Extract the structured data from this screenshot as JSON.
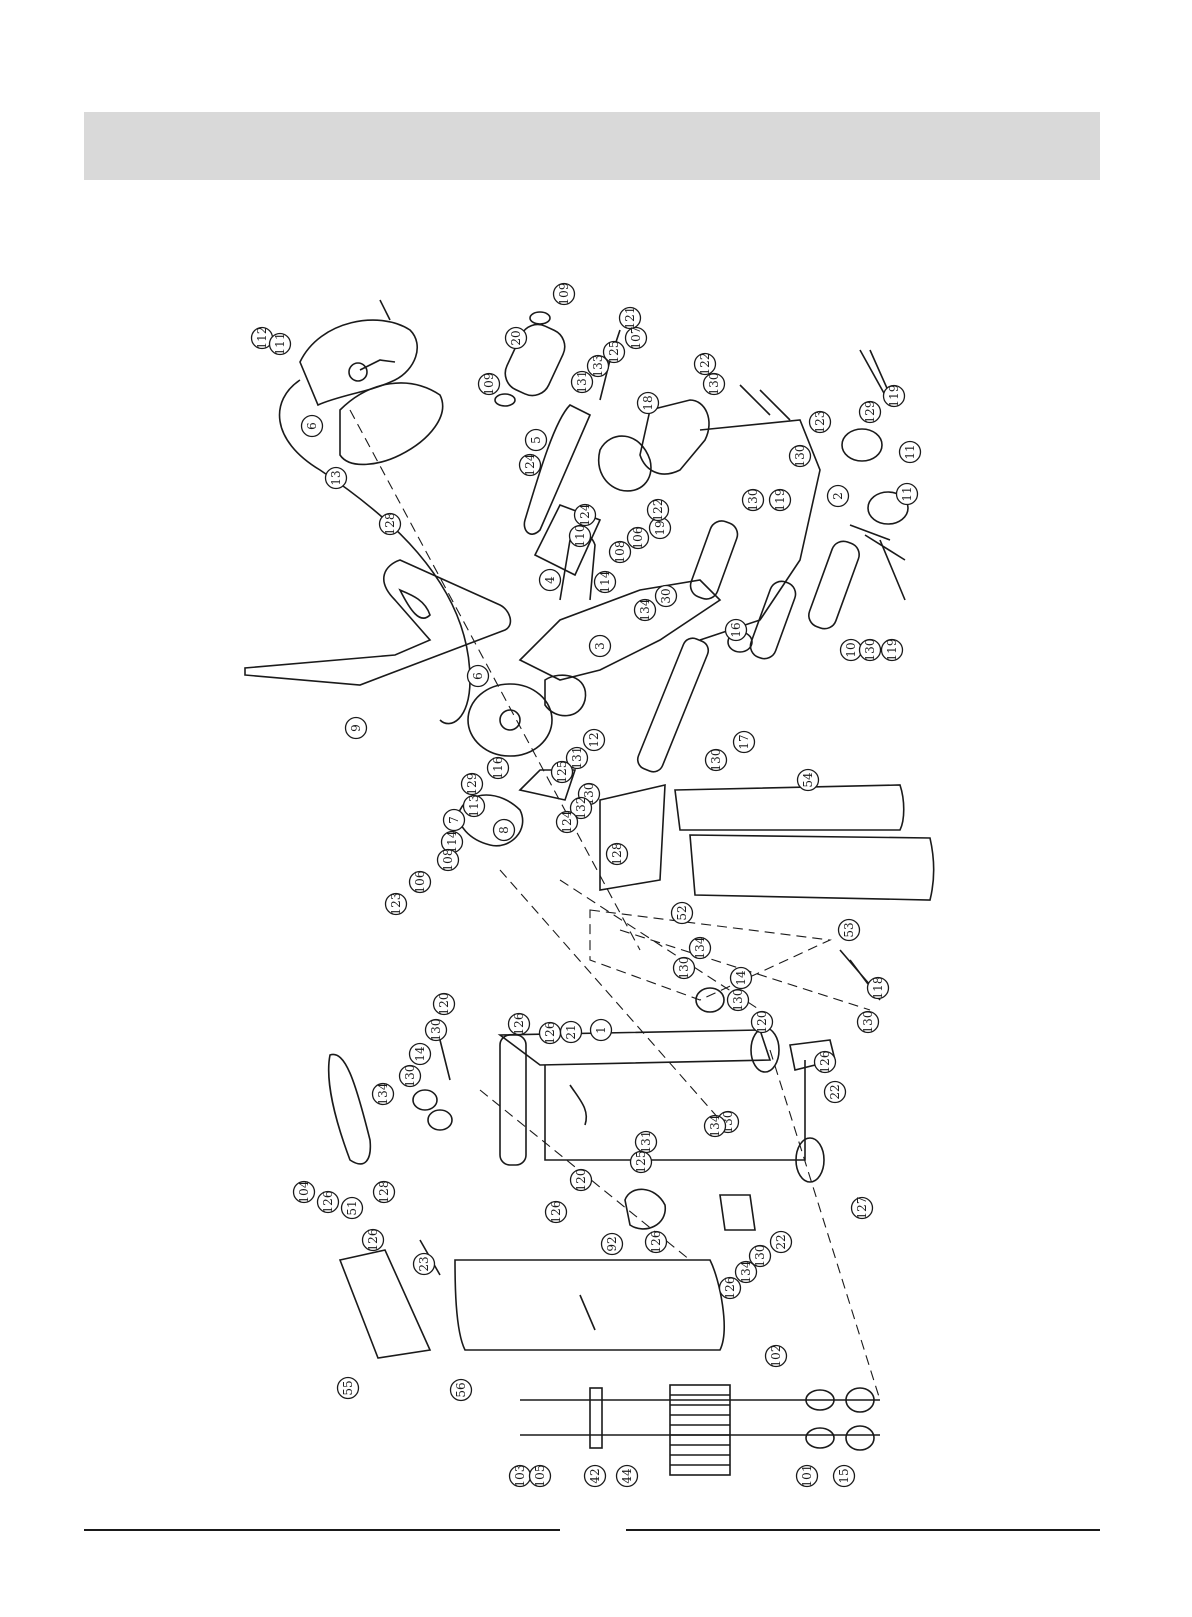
{
  "header": {
    "title": ""
  },
  "diagram": {
    "labels": [
      {
        "id": "c1",
        "text": "112"
      },
      {
        "id": "c2",
        "text": "111"
      },
      {
        "id": "c3",
        "text": "6"
      },
      {
        "id": "c4",
        "text": "13"
      },
      {
        "id": "c5",
        "text": "128"
      },
      {
        "id": "c6",
        "text": "109"
      },
      {
        "id": "c7",
        "text": "20"
      },
      {
        "id": "c8",
        "text": "109"
      },
      {
        "id": "c9",
        "text": "121"
      },
      {
        "id": "c10",
        "text": "107"
      },
      {
        "id": "c11",
        "text": "125"
      },
      {
        "id": "c12",
        "text": "133"
      },
      {
        "id": "c13",
        "text": "131"
      },
      {
        "id": "c14",
        "text": "122"
      },
      {
        "id": "c15",
        "text": "130"
      },
      {
        "id": "c16",
        "text": "18"
      },
      {
        "id": "c17",
        "text": "123"
      },
      {
        "id": "c18",
        "text": "119"
      },
      {
        "id": "c19",
        "text": "129"
      },
      {
        "id": "c20",
        "text": "130"
      },
      {
        "id": "c21",
        "text": "11"
      },
      {
        "id": "c22",
        "text": "11"
      },
      {
        "id": "c23",
        "text": "2"
      },
      {
        "id": "c24",
        "text": "5"
      },
      {
        "id": "c25",
        "text": "124"
      },
      {
        "id": "c26",
        "text": "124"
      },
      {
        "id": "c27",
        "text": "110"
      },
      {
        "id": "c28",
        "text": "4"
      },
      {
        "id": "c29",
        "text": "19"
      },
      {
        "id": "c30",
        "text": "122"
      },
      {
        "id": "c31",
        "text": "106"
      },
      {
        "id": "c32",
        "text": "108"
      },
      {
        "id": "c33",
        "text": "114"
      },
      {
        "id": "c34",
        "text": "130"
      },
      {
        "id": "c35",
        "text": "119"
      },
      {
        "id": "c36",
        "text": "10"
      },
      {
        "id": "c37",
        "text": "130"
      },
      {
        "id": "c38",
        "text": "119"
      },
      {
        "id": "c39",
        "text": "30"
      },
      {
        "id": "c40",
        "text": "134"
      },
      {
        "id": "c41",
        "text": "3"
      },
      {
        "id": "c42",
        "text": "16"
      },
      {
        "id": "c43",
        "text": "9"
      },
      {
        "id": "c44",
        "text": "6"
      },
      {
        "id": "c45",
        "text": "12"
      },
      {
        "id": "c46",
        "text": "131"
      },
      {
        "id": "c47",
        "text": "125"
      },
      {
        "id": "c48",
        "text": "17"
      },
      {
        "id": "c49",
        "text": "130"
      },
      {
        "id": "c50",
        "text": "54"
      },
      {
        "id": "c51",
        "text": "116"
      },
      {
        "id": "c52",
        "text": "129"
      },
      {
        "id": "c53",
        "text": "113"
      },
      {
        "id": "c54",
        "text": "7"
      },
      {
        "id": "c55",
        "text": "114"
      },
      {
        "id": "c56",
        "text": "108"
      },
      {
        "id": "c57",
        "text": "106"
      },
      {
        "id": "c58",
        "text": "123"
      },
      {
        "id": "c59",
        "text": "8"
      },
      {
        "id": "c60",
        "text": "130"
      },
      {
        "id": "c61",
        "text": "132"
      },
      {
        "id": "c62",
        "text": "124"
      },
      {
        "id": "c63",
        "text": "128"
      },
      {
        "id": "c64",
        "text": "52"
      },
      {
        "id": "c65",
        "text": "53"
      },
      {
        "id": "c66",
        "text": "134"
      },
      {
        "id": "c67",
        "text": "130"
      },
      {
        "id": "c68",
        "text": "14"
      },
      {
        "id": "c69",
        "text": "130"
      },
      {
        "id": "c70",
        "text": "120"
      },
      {
        "id": "c71",
        "text": "118"
      },
      {
        "id": "c72",
        "text": "130"
      },
      {
        "id": "c73",
        "text": "126"
      },
      {
        "id": "c74",
        "text": "22"
      },
      {
        "id": "c75",
        "text": "120"
      },
      {
        "id": "c76",
        "text": "130"
      },
      {
        "id": "c77",
        "text": "14"
      },
      {
        "id": "c78",
        "text": "130"
      },
      {
        "id": "c79",
        "text": "134"
      },
      {
        "id": "c80",
        "text": "126"
      },
      {
        "id": "c81",
        "text": "126"
      },
      {
        "id": "c82",
        "text": "21"
      },
      {
        "id": "c83",
        "text": "1"
      },
      {
        "id": "c84",
        "text": "131"
      },
      {
        "id": "c85",
        "text": "125"
      },
      {
        "id": "c86",
        "text": "130"
      },
      {
        "id": "c87",
        "text": "134"
      },
      {
        "id": "c88",
        "text": "104"
      },
      {
        "id": "c89",
        "text": "126"
      },
      {
        "id": "c90",
        "text": "51"
      },
      {
        "id": "c91",
        "text": "128"
      },
      {
        "id": "c92",
        "text": "126"
      },
      {
        "id": "c93",
        "text": "120"
      },
      {
        "id": "c94",
        "text": "127"
      },
      {
        "id": "c95",
        "text": "126"
      },
      {
        "id": "c96",
        "text": "23"
      },
      {
        "id": "c97",
        "text": "92"
      },
      {
        "id": "c98",
        "text": "126"
      },
      {
        "id": "c99",
        "text": "22"
      },
      {
        "id": "c100",
        "text": "130"
      },
      {
        "id": "c101",
        "text": "134"
      },
      {
        "id": "c102",
        "text": "126"
      },
      {
        "id": "c103",
        "text": "102"
      },
      {
        "id": "c104",
        "text": "55"
      },
      {
        "id": "c105",
        "text": "56"
      },
      {
        "id": "c106",
        "text": "103"
      },
      {
        "id": "c107",
        "text": "105"
      },
      {
        "id": "c108",
        "text": "42"
      },
      {
        "id": "c109",
        "text": "44"
      },
      {
        "id": "c110",
        "text": "101"
      },
      {
        "id": "c111",
        "text": "15"
      }
    ]
  }
}
